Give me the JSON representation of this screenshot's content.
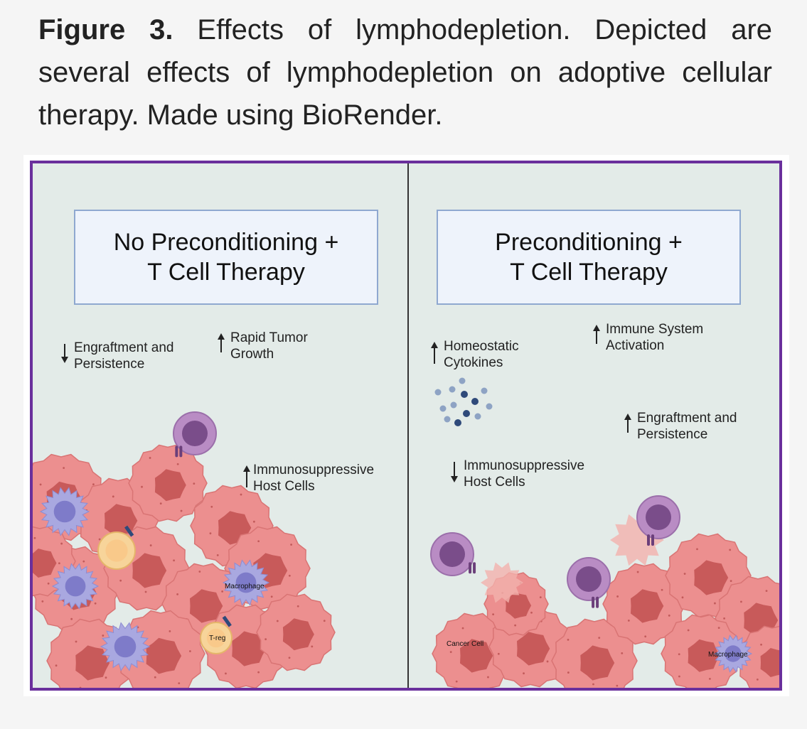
{
  "caption": {
    "figure_label": "Figure 3.",
    "text": " Effects of lymphodepletion. Depicted are several effects of lymphodepletion on adoptive cellular therapy. Made using BioRender."
  },
  "left_panel": {
    "title_line1": "No Preconditioning +",
    "title_line2": "T Cell Therapy",
    "labels": {
      "engraftment_line1": "Engraftment and",
      "engraftment_line2": "Persistence",
      "tumor_line1": "Rapid Tumor",
      "tumor_line2": "Growth",
      "immuno_line1": "Immunosuppressive",
      "immuno_line2": "Host Cells"
    },
    "cell_labels": {
      "macrophage": "Macrophage",
      "treg": "T-reg"
    }
  },
  "right_panel": {
    "title_line1": "Preconditioning +",
    "title_line2": "T Cell Therapy",
    "labels": {
      "cytokines_line1": "Homeostatic",
      "cytokines_line2": "Cytokines",
      "immune_line1": "Immune System",
      "immune_line2": "Activation",
      "engraftment_line1": "Engraftment and",
      "engraftment_line2": "Persistence",
      "immuno_line1": "Immunosuppressive",
      "immuno_line2": "Host Cells"
    },
    "cell_labels": {
      "cancer_cell": "Cancer Cell",
      "macrophage": "Macrophage"
    }
  },
  "colors": {
    "frame": "#6a2f9c",
    "background": "#e3ebe8",
    "title_box_fill": "#eef3fb",
    "title_box_border": "#8fa8d0",
    "tumor_cell": "#ec8f8f",
    "tumor_nucleus": "#c85a5a",
    "t_cell": "#b98cc4",
    "t_cell_nucleus": "#7a4d8a",
    "macrophage": "#a9a8e0",
    "treg": "#f7d49a",
    "cytokine_dark": "#2f4a7a",
    "cytokine_light": "#8ea3c4"
  }
}
